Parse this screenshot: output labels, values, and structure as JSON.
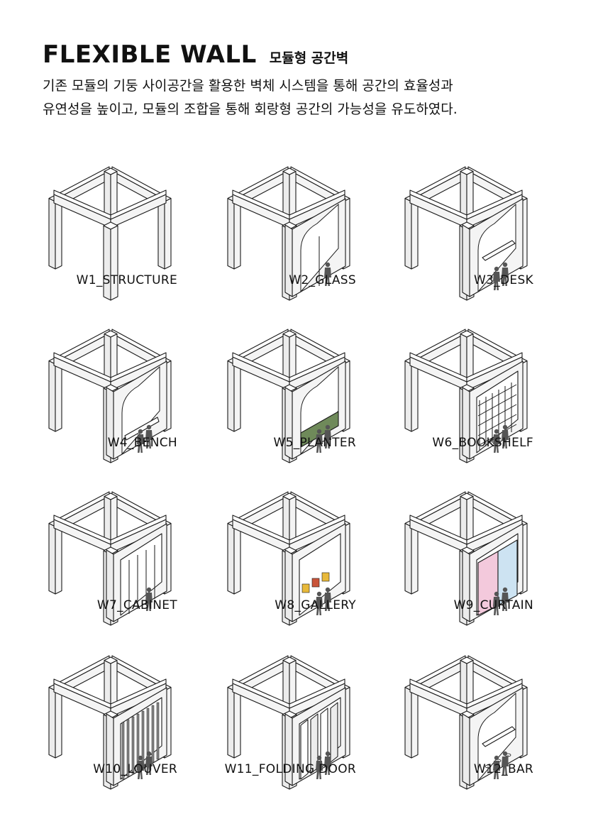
{
  "header": {
    "title": "FLEXIBLE WALL",
    "subtitle": "모듈형 공간벽",
    "description": "기존 모듈의 기둥 사이공간을 활용한 벽체 시스템을 통해 공간의 효율성과\n유연성을 높이고, 모듈의 조합을 통해 회랑형 공간의 가능성을 유도하였다."
  },
  "modules": [
    {
      "label": "W1_STRUCTURE",
      "wall": "none",
      "insert": "none",
      "people": 0
    },
    {
      "label": "W2_GLASS",
      "wall": "arch",
      "insert": "glass",
      "people": 1
    },
    {
      "label": "W3_DESK",
      "wall": "arch",
      "insert": "desk",
      "people": 2
    },
    {
      "label": "W4_BENCH",
      "wall": "arch",
      "insert": "bench",
      "people": 2
    },
    {
      "label": "W5_PLANTER",
      "wall": "arch",
      "insert": "planter",
      "people": 2
    },
    {
      "label": "W6_BOOKSHELF",
      "wall": "frame",
      "insert": "bookshelf",
      "people": 2
    },
    {
      "label": "W7_CABINET",
      "wall": "frame",
      "insert": "cabinet",
      "people": 1
    },
    {
      "label": "W8_GALLERY",
      "wall": "frame",
      "insert": "gallery",
      "people": 2
    },
    {
      "label": "W9_CURTAIN",
      "wall": "frame",
      "insert": "curtain",
      "people": 2
    },
    {
      "label": "W10_LOUVER",
      "wall": "frame",
      "insert": "louver",
      "people": 2
    },
    {
      "label": "W11_FOLDING DOOR",
      "wall": "frame",
      "insert": "folding",
      "people": 2
    },
    {
      "label": "W12_BAR",
      "wall": "arch",
      "insert": "bar",
      "people": 2
    }
  ],
  "colors": {
    "stroke": "#1a1a1a",
    "fill_top": "#ffffff",
    "fill_side": "#ececec",
    "fill_front": "#f4f4f4",
    "person": "#555555",
    "planter": "#6f8a5a",
    "curtain_pink": "#f3c9dc",
    "curtain_blue": "#cde3f2",
    "art_yellow": "#e8b93a",
    "art_red": "#c9553a"
  }
}
